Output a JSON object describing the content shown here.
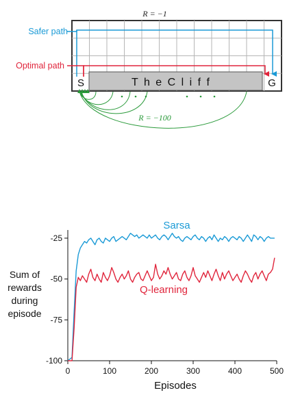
{
  "grid": {
    "reward_step": "R = −1",
    "safer_label": "Safer path",
    "optimal_label": "Optimal path",
    "start": "S",
    "goal": "G",
    "cliff_text": "T h e   C l i f f",
    "reward_cliff": "R = −100",
    "cols": 12,
    "rows": 4,
    "colors": {
      "safer": "#1a9ad6",
      "optimal": "#e0243b",
      "cliff_arrows": "#2a9a3a",
      "cliff_fill": "#c4c4c4"
    }
  },
  "chart_data": {
    "type": "line",
    "xlabel": "Episodes",
    "ylabel": "Sum of rewards during episode",
    "ylabel_lines": [
      "Sum of",
      "rewards",
      "during",
      "episode"
    ],
    "xlim": [
      0,
      500
    ],
    "ylim": [
      -100,
      -20
    ],
    "xticks": [
      0,
      100,
      200,
      300,
      400,
      500
    ],
    "yticks": [
      -100,
      -75,
      -50,
      -25
    ],
    "grid": false,
    "series": [
      {
        "name": "Sarsa",
        "color": "#1a9ad6",
        "x": [
          0,
          10,
          15,
          20,
          25,
          30,
          35,
          40,
          45,
          50,
          55,
          60,
          65,
          70,
          75,
          80,
          85,
          90,
          95,
          100,
          105,
          110,
          115,
          120,
          125,
          130,
          135,
          140,
          145,
          150,
          155,
          160,
          165,
          170,
          175,
          180,
          185,
          190,
          195,
          200,
          205,
          210,
          215,
          220,
          225,
          230,
          235,
          240,
          245,
          250,
          255,
          260,
          265,
          270,
          275,
          280,
          285,
          290,
          295,
          300,
          305,
          310,
          315,
          320,
          325,
          330,
          335,
          340,
          345,
          350,
          355,
          360,
          365,
          370,
          375,
          380,
          385,
          390,
          395,
          400,
          405,
          410,
          415,
          420,
          425,
          430,
          435,
          440,
          445,
          450,
          455,
          460,
          465,
          470,
          475,
          480,
          485,
          490,
          495
        ],
        "values": [
          -100,
          -98,
          -70,
          -45,
          -35,
          -31,
          -29,
          -27,
          -28,
          -26,
          -25,
          -27,
          -29,
          -26,
          -25,
          -27,
          -28,
          -25,
          -26,
          -27,
          -25,
          -24,
          -27,
          -26,
          -25,
          -24,
          -25,
          -26,
          -24,
          -22,
          -23,
          -24,
          -23,
          -25,
          -24,
          -23,
          -24,
          -25,
          -23,
          -25,
          -24,
          -23,
          -25,
          -26,
          -24,
          -23,
          -24,
          -26,
          -24,
          -22,
          -24,
          -25,
          -24,
          -26,
          -27,
          -25,
          -24,
          -25,
          -26,
          -24,
          -23,
          -25,
          -26,
          -24,
          -25,
          -27,
          -25,
          -24,
          -26,
          -23,
          -25,
          -27,
          -25,
          -26,
          -24,
          -25,
          -27,
          -25,
          -24,
          -25,
          -26,
          -24,
          -25,
          -27,
          -25,
          -23,
          -25,
          -27,
          -23,
          -24,
          -26,
          -24,
          -25,
          -27,
          -25,
          -24,
          -25,
          -25,
          -25
        ]
      },
      {
        "name": "Q-learning",
        "color": "#e0243b",
        "x": [
          0,
          10,
          15,
          20,
          25,
          30,
          35,
          40,
          45,
          50,
          55,
          60,
          65,
          70,
          75,
          80,
          85,
          90,
          95,
          100,
          105,
          110,
          115,
          120,
          125,
          130,
          135,
          140,
          145,
          150,
          155,
          160,
          165,
          170,
          175,
          180,
          185,
          190,
          195,
          200,
          205,
          210,
          215,
          220,
          225,
          230,
          235,
          240,
          245,
          250,
          255,
          260,
          265,
          270,
          275,
          280,
          285,
          290,
          295,
          300,
          305,
          310,
          315,
          320,
          325,
          330,
          335,
          340,
          345,
          350,
          355,
          360,
          365,
          370,
          375,
          380,
          385,
          390,
          395,
          400,
          405,
          410,
          415,
          420,
          425,
          430,
          435,
          440,
          445,
          450,
          455,
          460,
          465,
          470,
          475,
          480,
          485,
          490,
          495
        ],
        "values": [
          -100,
          -100,
          -80,
          -55,
          -49,
          -51,
          -48,
          -50,
          -52,
          -47,
          -44,
          -49,
          -51,
          -47,
          -50,
          -52,
          -46,
          -49,
          -51,
          -48,
          -43,
          -46,
          -50,
          -52,
          -49,
          -47,
          -50,
          -48,
          -45,
          -50,
          -52,
          -49,
          -47,
          -46,
          -50,
          -51,
          -48,
          -45,
          -48,
          -51,
          -49,
          -41,
          -47,
          -50,
          -48,
          -45,
          -47,
          -43,
          -47,
          -50,
          -48,
          -46,
          -50,
          -51,
          -47,
          -45,
          -49,
          -51,
          -48,
          -43,
          -48,
          -50,
          -52,
          -49,
          -46,
          -49,
          -45,
          -48,
          -51,
          -47,
          -44,
          -48,
          -51,
          -46,
          -50,
          -47,
          -45,
          -48,
          -51,
          -49,
          -47,
          -50,
          -52,
          -48,
          -45,
          -47,
          -50,
          -52,
          -48,
          -46,
          -50,
          -47,
          -45,
          -48,
          -51,
          -47,
          -46,
          -44,
          -37
        ]
      }
    ]
  }
}
